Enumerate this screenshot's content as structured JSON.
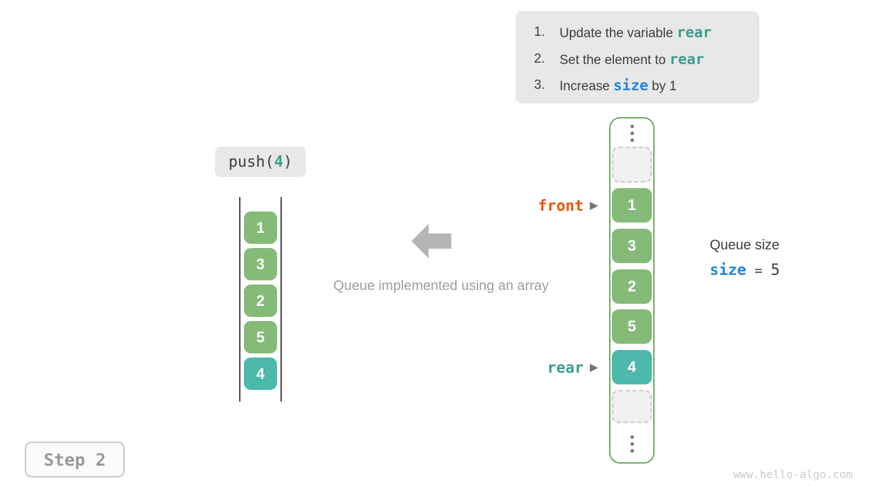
{
  "instructions": {
    "items": [
      {
        "num": "1.",
        "pre": "Update the variable ",
        "code": "rear",
        "post": ""
      },
      {
        "num": "2.",
        "pre": "Set the element to ",
        "code": "rear",
        "post": ""
      },
      {
        "num": "3.",
        "pre": "Increase ",
        "code": "size",
        "post": " by 1"
      }
    ]
  },
  "push_label": {
    "prefix": "push(",
    "arg": "4",
    "suffix": ")"
  },
  "left_stack": {
    "values": [
      "1",
      "3",
      "2",
      "5",
      "4"
    ],
    "new_element": "4"
  },
  "center": {
    "caption": "Queue implemented using an array"
  },
  "array": {
    "cells": [
      {
        "type": "empty",
        "value": ""
      },
      {
        "type": "filled",
        "value": "1"
      },
      {
        "type": "filled",
        "value": "3"
      },
      {
        "type": "filled",
        "value": "2"
      },
      {
        "type": "filled",
        "value": "5"
      },
      {
        "type": "highlight",
        "value": "4"
      }
    ]
  },
  "pointers": {
    "front": "front",
    "rear": "rear"
  },
  "queue_size": {
    "title": "Queue size",
    "var": "size",
    "eq": "=",
    "value": "5"
  },
  "step_label": "Step 2",
  "watermark": "www.hello-algo.com",
  "colors": {
    "green_cell": "#85BB79",
    "teal_cell": "#4DB8AC",
    "teal_code": "#3B9D8D",
    "blue_code": "#2186E3",
    "orange_code": "#E55A11",
    "array_border": "#6CAB5E",
    "box_bg": "#E8E8E8",
    "muted_text": "#9E9E9E",
    "arrow_fill": "#B5B5B5"
  }
}
